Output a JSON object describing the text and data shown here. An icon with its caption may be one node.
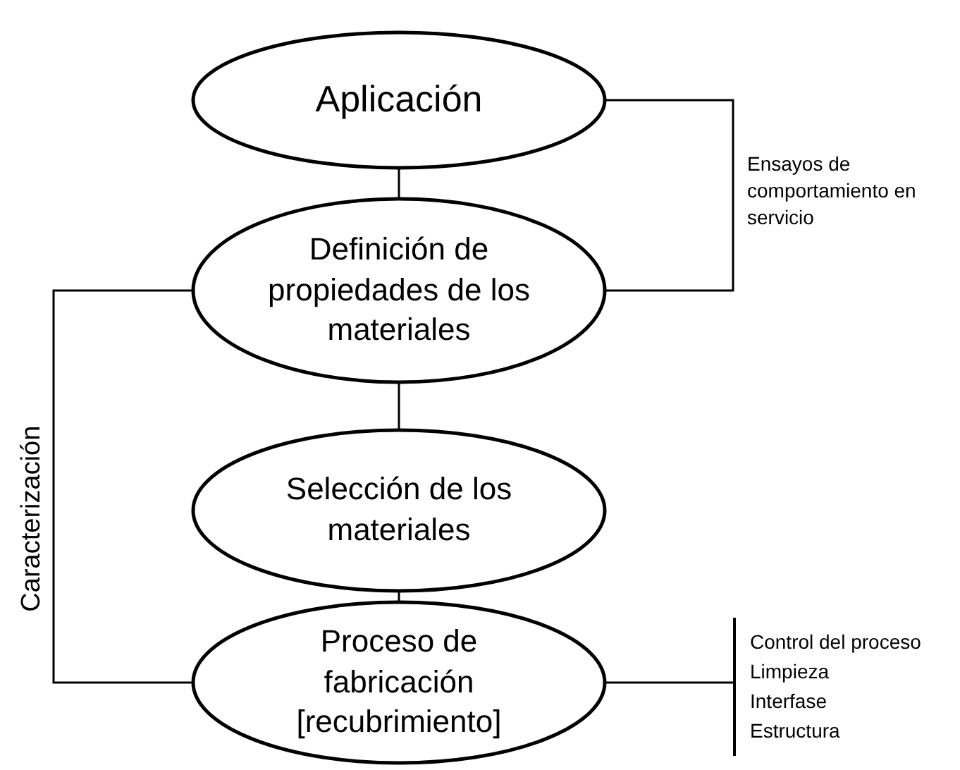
{
  "diagram": {
    "nodes": [
      {
        "text": [
          "Aplicación"
        ]
      },
      {
        "text": [
          "Definición de propiedades de los materiales"
        ]
      },
      {
        "text": [
          "Selección de los materiales"
        ]
      },
      {
        "text": [
          "Proceso de fabricación [recubrimiento]"
        ]
      },
      {
        "text": [
          "Control del proceso",
          "Limpieza",
          "Interfase",
          "Estructura"
        ]
      }
    ],
    "edges": [
      {
        "from": 0,
        "to": 1,
        "arrow": "none"
      },
      {
        "from": 1,
        "to": 2,
        "arrow": "none"
      },
      {
        "from": 2,
        "to": 3,
        "arrow": "none"
      },
      {
        "from": 0,
        "to": 1,
        "arrow": "none",
        "label": "Ensayos de comportamiento en servicio"
      },
      {
        "from": 1,
        "to": 3,
        "arrow": "none",
        "label": "Caracterización"
      },
      {
        "from": 3,
        "to": 4,
        "arrow": "none"
      }
    ]
  }
}
